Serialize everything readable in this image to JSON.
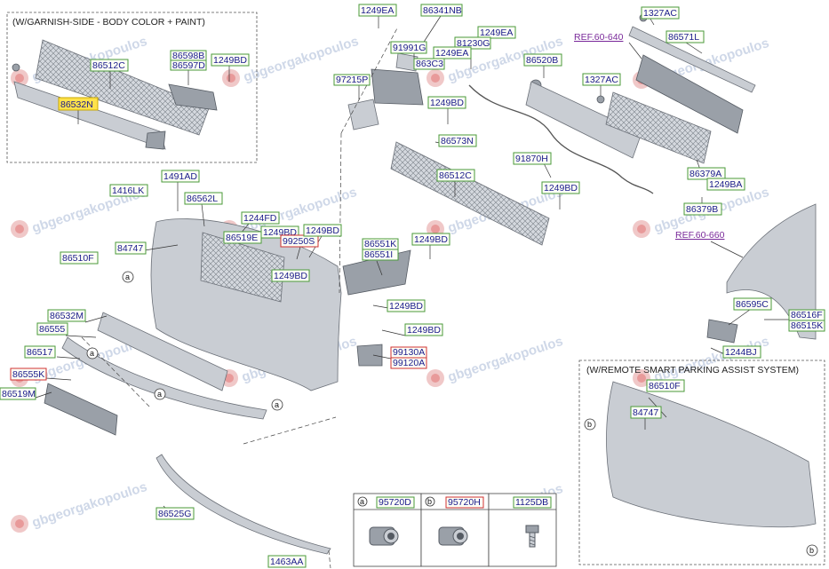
{
  "insets": {
    "garnish_title": "(W/GARNISH-SIDE - BODY COLOR + PAINT)",
    "parking_title": "(W/REMOTE SMART PARKING ASSIST SYSTEM)"
  },
  "watermark": "gbgeorgakopoulos",
  "references": [
    "REF.60-640",
    "REF.60-660"
  ],
  "callouts": [
    "a",
    "b"
  ],
  "legend": {
    "cells": [
      {
        "key": "a",
        "code": "95720D"
      },
      {
        "key": "b",
        "code": "95720H"
      },
      {
        "key": "",
        "code": "1125DB"
      }
    ]
  },
  "part_labels": [
    "86512C",
    "86598B",
    "86597D",
    "1249BD",
    "86532N",
    "1249EA",
    "86341NB",
    "91991G",
    "1249EA",
    "81230G",
    "1249EA",
    "863C3",
    "97215P",
    "1249BD",
    "86573N",
    "86520B",
    "91870H",
    "86512C",
    "1249BD",
    "1327AC",
    "86571L",
    "1327AC",
    "86379A",
    "1249BA",
    "86379B",
    "1491AD",
    "1416LK",
    "86562L",
    "1244FD",
    "86519E",
    "1249BD",
    "99250S",
    "1249BD",
    "84747",
    "86510F",
    "1249BD",
    "86551K",
    "86551I",
    "1249BD",
    "1249BD",
    "86532M",
    "86555",
    "86517",
    "86555K",
    "86519M",
    "1249BD",
    "99130A",
    "99120A",
    "86595C",
    "86516F",
    "86515K",
    "1244BJ",
    "86510F",
    "84747",
    "86525G",
    "1463AA"
  ]
}
